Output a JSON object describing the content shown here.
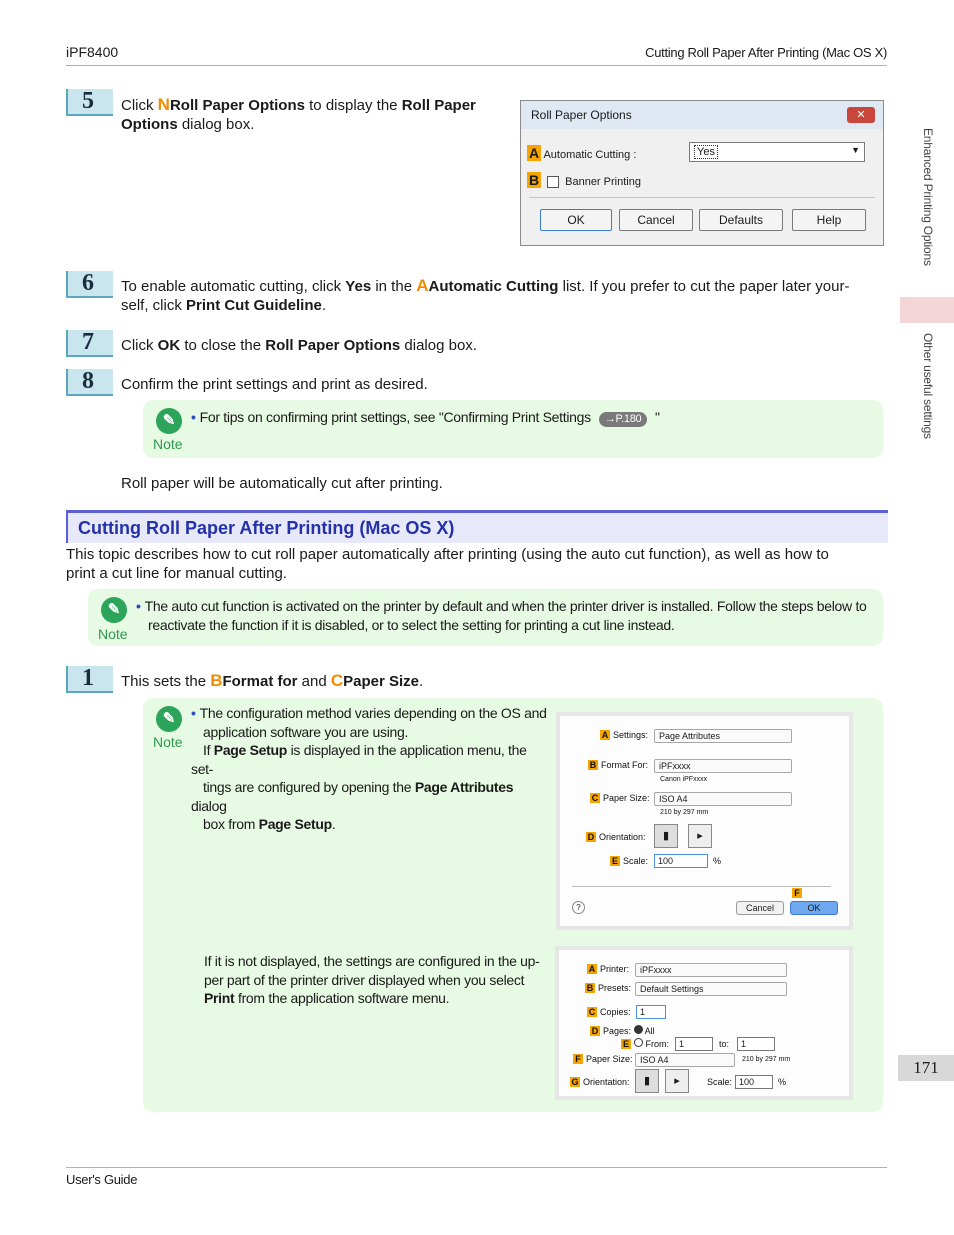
{
  "header": {
    "left": "iPF8400",
    "right": "Cutting Roll Paper After Printing (Mac OS X)"
  },
  "footer": {
    "left": "User's Guide"
  },
  "side_tabs": {
    "tab1": "Enhanced Printing Options",
    "tab2": "Other useful settings"
  },
  "page_number": "171",
  "steps": {
    "s5": {
      "num": "5",
      "t1": "Click ",
      "key": "N",
      "t2": "Roll Paper Options",
      "t3": " to display the ",
      "t4": "Roll Paper Options",
      "t5": " dialog box."
    },
    "s6": {
      "num": "6",
      "t1": "To enable automatic cutting, click ",
      "t2": "Yes",
      "t3": " in the ",
      "key": "A",
      "t4": "Automatic Cutting",
      "t5": " list. If you prefer to cut the paper later your-",
      "t6": "self, click ",
      "t7": "Print Cut Guideline",
      "t8": "."
    },
    "s7": {
      "num": "7",
      "t1": "Click ",
      "t2": "OK",
      "t3": " to close the ",
      "t4": "Roll Paper Options",
      "t5": " dialog box."
    },
    "s8": {
      "num": "8",
      "t1": "Confirm the print settings and print as desired."
    },
    "s1": {
      "num": "1",
      "t1": "This sets the ",
      "key1": "B",
      "t2": "Format for",
      "t3": " and ",
      "key2": "C",
      "t4": "Paper Size",
      "t5": "."
    }
  },
  "note1": {
    "label": "Note",
    "text": "For tips on confirming print settings, see \"Confirming Print Settings",
    "ref": "→P.180",
    "end": " \""
  },
  "after_note1": "Roll paper will be automatically cut after printing.",
  "section": {
    "title": "Cutting Roll Paper After Printing (Mac OS X)",
    "intro_line1": "This topic describes how to cut roll paper automatically after printing (using the auto cut function), as well as how to",
    "intro_line2": "print a cut line for manual cutting."
  },
  "note2": {
    "label": "Note",
    "line1": "The auto cut function is activated on the printer by default and when the printer driver is installed. Follow the steps below to",
    "line2": "reactivate the function if it is disabled, or to select the setting for printing a cut line instead."
  },
  "note3": {
    "label": "Note",
    "l1": "The configuration method varies depending on the OS and",
    "l2": "application software you are using.",
    "l3a": "If ",
    "l3b": "Page Setup",
    "l3c": " is displayed in the application menu, the set-",
    "l4a": "tings are configured by opening the ",
    "l4b": "Page Attributes",
    "l4c": " dialog",
    "l5a": "box from ",
    "l5b": "Page Setup",
    "l5c": ".",
    "p2l1": "If it is not displayed, the settings are configured in the up-",
    "p2l2": "per part of the printer driver displayed when you select",
    "p2l3a": "Print",
    "p2l3b": " from the application software menu."
  },
  "roll_dialog": {
    "title": "Roll Paper Options",
    "close": "✕",
    "auto_key": "A",
    "auto_label": "Automatic Cutting :",
    "auto_value": "Yes",
    "banner_key": "B",
    "banner_label": "Banner Printing",
    "ok": "OK",
    "cancel": "Cancel",
    "defaults": "Defaults",
    "help": "Help"
  },
  "page_attr_dialog": {
    "settings_key": "A",
    "settings_label": "Settings:",
    "settings_value": "Page Attributes",
    "format_key": "B",
    "format_label": "Format For:",
    "format_value": "iPFxxxx",
    "format_sub": "Canon iPFxxxx",
    "size_key": "C",
    "size_label": "Paper Size:",
    "size_value": "ISO A4",
    "size_sub": "210 by 297 mm",
    "orient_key": "D",
    "orient_label": "Orientation:",
    "scale_key": "E",
    "scale_label": "Scale:",
    "scale_value": "100",
    "scale_unit": "%",
    "ok_key": "F",
    "help": "?",
    "cancel": "Cancel",
    "ok": "OK"
  },
  "print_dialog": {
    "printer_key": "A",
    "printer_label": "Printer:",
    "printer_value": "iPFxxxx",
    "presets_key": "B",
    "presets_label": "Presets:",
    "presets_value": "Default Settings",
    "copies_key": "C",
    "copies_label": "Copies:",
    "copies_value": "1",
    "pages_key": "D",
    "pages_label": "Pages:",
    "pages_all": "All",
    "from_key": "E",
    "from_label": "From:",
    "from_value": "1",
    "to_label": "to:",
    "to_value": "1",
    "size_key": "F",
    "size_label": "Paper Size:",
    "size_value": "ISO A4",
    "size_sub": "210 by 297 mm",
    "orient_key": "G",
    "orient_label": "Orientation:",
    "scale_label": "Scale:",
    "scale_value": "100",
    "scale_unit": "%"
  }
}
